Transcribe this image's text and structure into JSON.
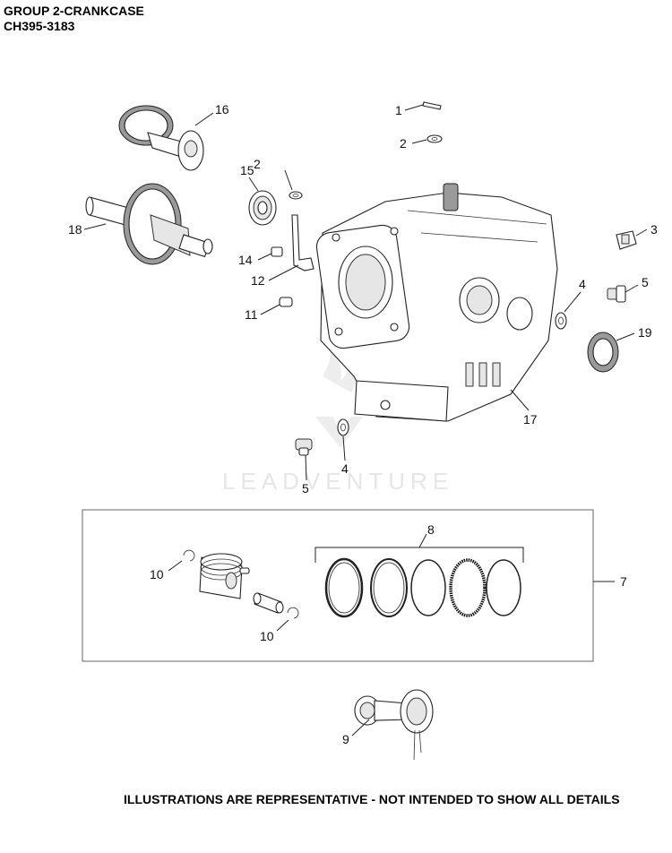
{
  "header": {
    "title": "GROUP 2-CRANKCASE",
    "model": "CH395-3183"
  },
  "watermark": "LEADVENTURE",
  "footer": "ILLUSTRATIONS ARE REPRESENTATIVE - NOT INTENDED TO SHOW ALL DETAILS",
  "callouts": {
    "c1": "1",
    "c2a": "2",
    "c2b": "2",
    "c3": "3",
    "c4a": "4",
    "c4b": "4",
    "c5a": "5",
    "c5b": "5",
    "c7": "7",
    "c8": "8",
    "c9": "9",
    "c10a": "10",
    "c10b": "10",
    "c11": "11",
    "c12": "12",
    "c14": "14",
    "c15": "15",
    "c16": "16",
    "c17": "17",
    "c18": "18",
    "c19": "19"
  }
}
